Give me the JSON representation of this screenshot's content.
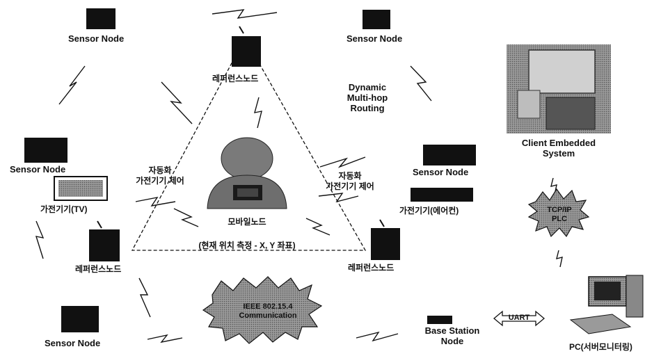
{
  "diagram": {
    "sensor_nodes": {
      "top_left": "Sensor Node",
      "top_right": "Sensor Node",
      "left": "Sensor Node",
      "right": "Sensor Node",
      "bottom_left": "Sensor Node"
    },
    "ref_nodes": {
      "top": "레퍼런스노드",
      "left": "레퍼런스노드",
      "right": "레퍼런스노드"
    },
    "routing": {
      "line1": "Dynamic",
      "line2": "Multi-hop",
      "line3": "Routing"
    },
    "mobile_node": {
      "label": "모바일노드",
      "position": "(현재 위치 측정 - X, Y 좌표)"
    },
    "appliance_left": {
      "device": "가전기기(TV)",
      "line1": "자동화",
      "line2": "가전기기 제어"
    },
    "appliance_right": {
      "device": "가전기기(에어컨)",
      "line1": "자동화",
      "line2": "가전기기 제어"
    },
    "ieee_burst": {
      "line1": "IEEE 802.15.4",
      "line2": "Communication"
    },
    "base_station": {
      "line1": "Base Station",
      "line2": "Node"
    },
    "uart": "UART",
    "tcpip_burst": {
      "line1": "TCP/IP",
      "line2": "PLC"
    },
    "client": {
      "line1": "Client Embedded",
      "line2": "System"
    },
    "pc": "PC(서버모니터링)"
  },
  "colors": {
    "ink": "#111111",
    "photo_bg": "#8a8a8a",
    "person": "#777777"
  }
}
